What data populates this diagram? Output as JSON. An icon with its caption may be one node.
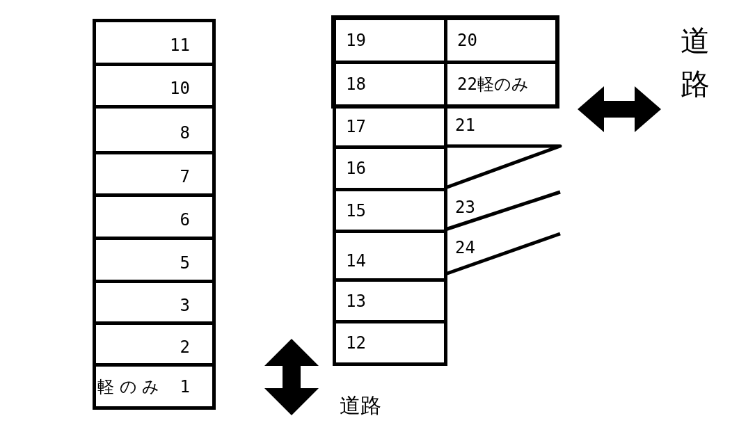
{
  "diagram": {
    "nodes": [
      {
        "text": [
          "11"
        ]
      },
      {
        "text": [
          "10"
        ]
      },
      {
        "text": [
          "8"
        ]
      },
      {
        "text": [
          "7"
        ]
      },
      {
        "text": [
          "6"
        ]
      },
      {
        "text": [
          "5"
        ]
      },
      {
        "text": [
          "3"
        ]
      },
      {
        "text": [
          "2"
        ]
      },
      {
        "text": [
          "軽のみ 1"
        ]
      },
      {
        "text": [
          "19"
        ]
      },
      {
        "text": [
          "18"
        ]
      },
      {
        "text": [
          "17"
        ]
      },
      {
        "text": [
          "16"
        ]
      },
      {
        "text": [
          "15"
        ]
      },
      {
        "text": [
          "14"
        ]
      },
      {
        "text": [
          "13"
        ]
      },
      {
        "text": [
          "12"
        ]
      },
      {
        "text": [
          "20"
        ]
      },
      {
        "text": [
          "22軽のみ"
        ]
      },
      {
        "text": [
          "21"
        ]
      },
      {
        "text": [
          "23"
        ]
      },
      {
        "text": [
          "24"
        ]
      }
    ],
    "labels": [
      "道路",
      "道路"
    ]
  }
}
